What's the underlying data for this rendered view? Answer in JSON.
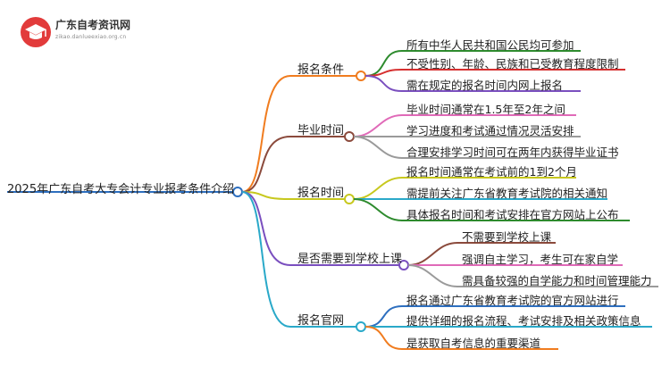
{
  "logo": {
    "title": "广东自考资讯网",
    "subtitle": "zikao.danlueexiao.org.cn"
  },
  "mindmap": {
    "root": "2025年广东自考大专会计专业报考条件介绍",
    "branches": [
      {
        "label": "报名条件",
        "color": "#f07c1f",
        "leaves": [
          {
            "text": "所有中华人民共和国公民均可参加",
            "color": "#2e8b2e"
          },
          {
            "text": "不受性别、年龄、民族和已受教育程度限制",
            "color": "#d62f2f"
          },
          {
            "text": "需在规定的报名时间内网上报名",
            "color": "#7a4fbf"
          }
        ]
      },
      {
        "label": "毕业时间",
        "color": "#8b4a3c",
        "leaves": [
          {
            "text": "毕业时间通常在1.5年至2年之间",
            "color": "#e06ab8"
          },
          {
            "text": "学习进度和考试通过情况灵活安排",
            "color": "#9a9a9a"
          },
          {
            "text": "合理安排学习时间可在两年内获得毕业证书",
            "color": "#9a9a9a"
          }
        ]
      },
      {
        "label": "报名时间",
        "color": "#c7c81e",
        "leaves": [
          {
            "text": "报名时间通常在考试前的1到2个月",
            "color": "#c7c81e"
          },
          {
            "text": "需提前关注广东省教育考试院的相关通知",
            "color": "#2aa9c9"
          },
          {
            "text": "具体报名时间和考试安排在官方网站上公布",
            "color": "#2e8b2e"
          }
        ]
      },
      {
        "label": "是否需要到学校上课",
        "color": "#7a4fbf",
        "leaves": [
          {
            "text": "不需要到学校上课",
            "color": "#8b4a3c"
          },
          {
            "text": "强调自主学习，考生可在家自学",
            "color": "#e06ab8"
          },
          {
            "text": "需具备较强的自学能力和时间管理能力",
            "color": "#9a9a9a"
          }
        ]
      },
      {
        "label": "报名官网",
        "color": "#2aa9c9",
        "leaves": [
          {
            "text": "报名通过广东省教育考试院的官方网站进行",
            "color": "#2e6fbf"
          },
          {
            "text": "提供详细的报名流程、考试安排及相关政策信息",
            "color": "#2aa9c9"
          },
          {
            "text": "是获取自考信息的重要渠道",
            "color": "#f07c1f"
          }
        ]
      }
    ]
  }
}
